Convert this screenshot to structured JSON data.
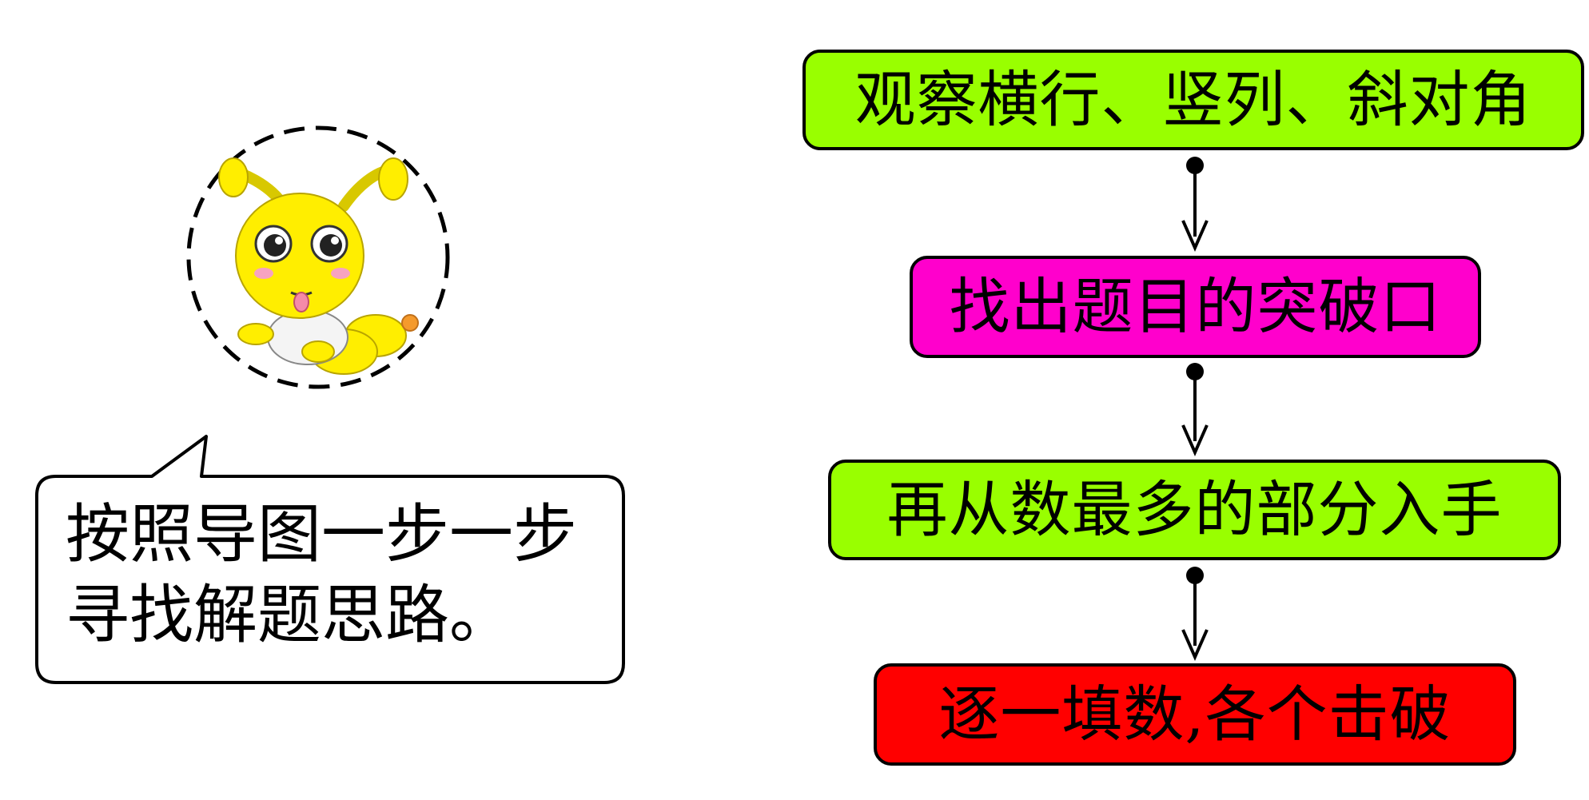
{
  "flowchart": {
    "steps": [
      {
        "label": "观察横行、竖列、斜对角",
        "color": "#99ff00"
      },
      {
        "label": "找出题目的突破口",
        "color": "#ff00cc"
      },
      {
        "label": "再从数最多的部分入手",
        "color": "#99ff00"
      },
      {
        "label": "逐一填数,各个击破",
        "color": "#ff0000"
      }
    ]
  },
  "speech_bubble": {
    "lines": [
      "按照导图一步一步",
      "寻找解题思路。"
    ]
  },
  "mascot": {
    "name": "caterpillar-icon",
    "body_color": "#ffee00"
  }
}
